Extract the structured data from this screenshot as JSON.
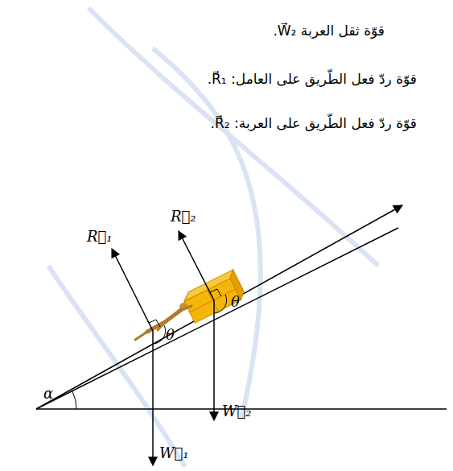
{
  "diagram": {
    "labels": [
      "قوّة ثقل العربة W⃗₂.",
      "قوّة ردّ فعل الطّريق على العامل: R⃗₁.",
      "قوّة ردّ فعل الطّريق على العربة: R⃗₂.",
      "R⃗₁",
      "R⃗₂",
      "θ",
      "θ",
      "α",
      "W⃗₁",
      "W⃗₂"
    ]
  }
}
